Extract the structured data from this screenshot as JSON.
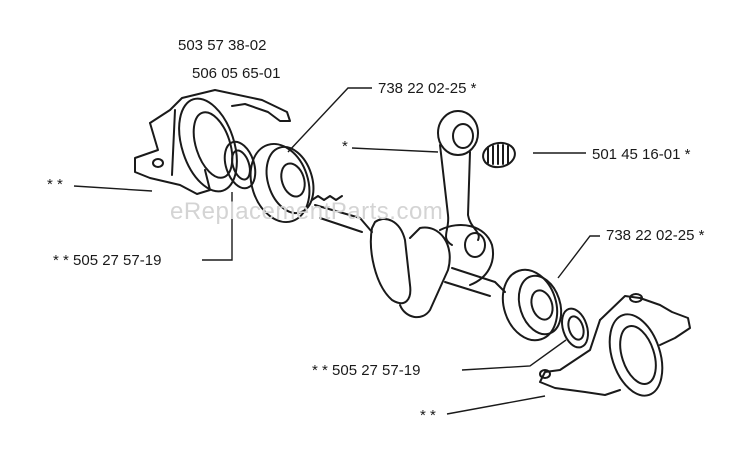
{
  "diagram": {
    "watermark": "eReplacementParts.com",
    "callouts": [
      {
        "id": "bearing-housing-top",
        "text": "503 57 38-02"
      },
      {
        "id": "bearing-housing-top-alt",
        "text": "506 05 65-01"
      },
      {
        "id": "ball-bearing-top",
        "text": "738 22 02-25  *"
      },
      {
        "id": "conrod-marker",
        "text": "*"
      },
      {
        "id": "needle-bearing",
        "text": "501 45 16-01  *"
      },
      {
        "id": "left-housing-marker",
        "text": "* *"
      },
      {
        "id": "seal-left",
        "text": "* *  505 27 57-19"
      },
      {
        "id": "ball-bearing-right",
        "text": "738 22 02-25  *"
      },
      {
        "id": "seal-right",
        "text": "* *  505 27 57-19"
      },
      {
        "id": "right-housing-marker",
        "text": "* *"
      }
    ]
  }
}
